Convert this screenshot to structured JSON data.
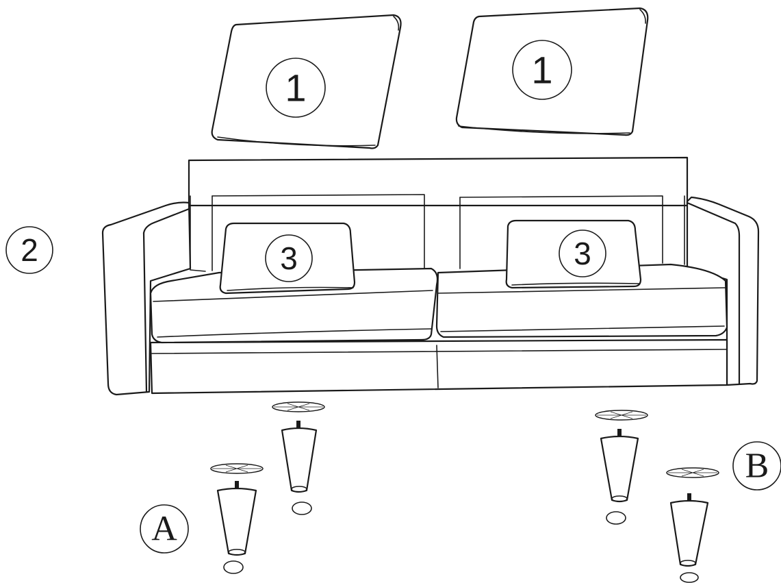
{
  "callouts": {
    "back_cushion_left": "1",
    "back_cushion_right": "1",
    "sofa_body": "2",
    "throw_pillow_left": "3",
    "throw_pillow_right": "3",
    "leg_set_a": "A",
    "leg_set_b": "B"
  },
  "colors": {
    "line": "#1a1a1a",
    "fill": "#ffffff"
  }
}
